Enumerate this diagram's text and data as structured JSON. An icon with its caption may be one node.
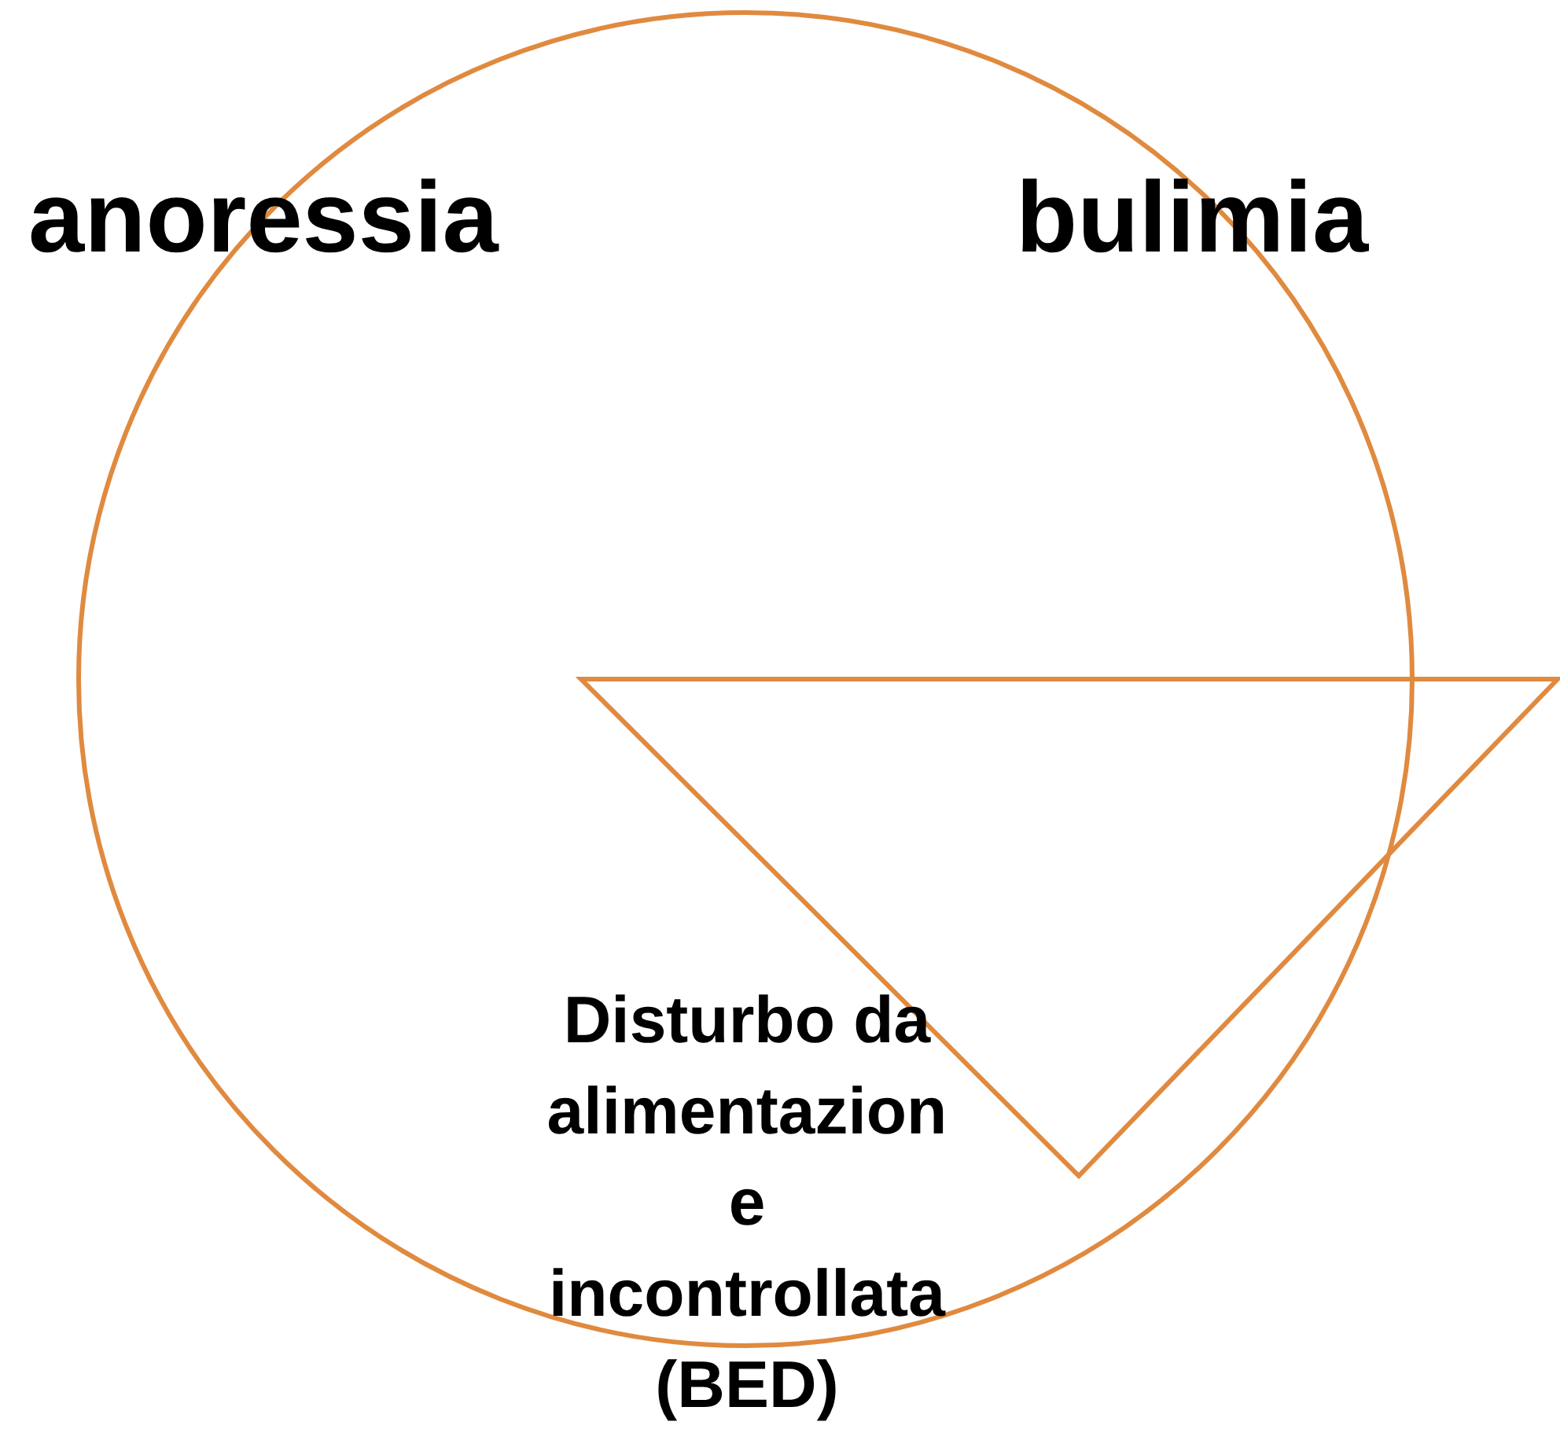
{
  "diagram": {
    "nodes": [
      {
        "text": [],
        "shape": "circle"
      },
      {
        "text": [],
        "shape": "triangle"
      }
    ],
    "labels": [
      "anoressia",
      "bulimia",
      "Disturbo da alimentazion e incontrollata (BED)"
    ]
  }
}
